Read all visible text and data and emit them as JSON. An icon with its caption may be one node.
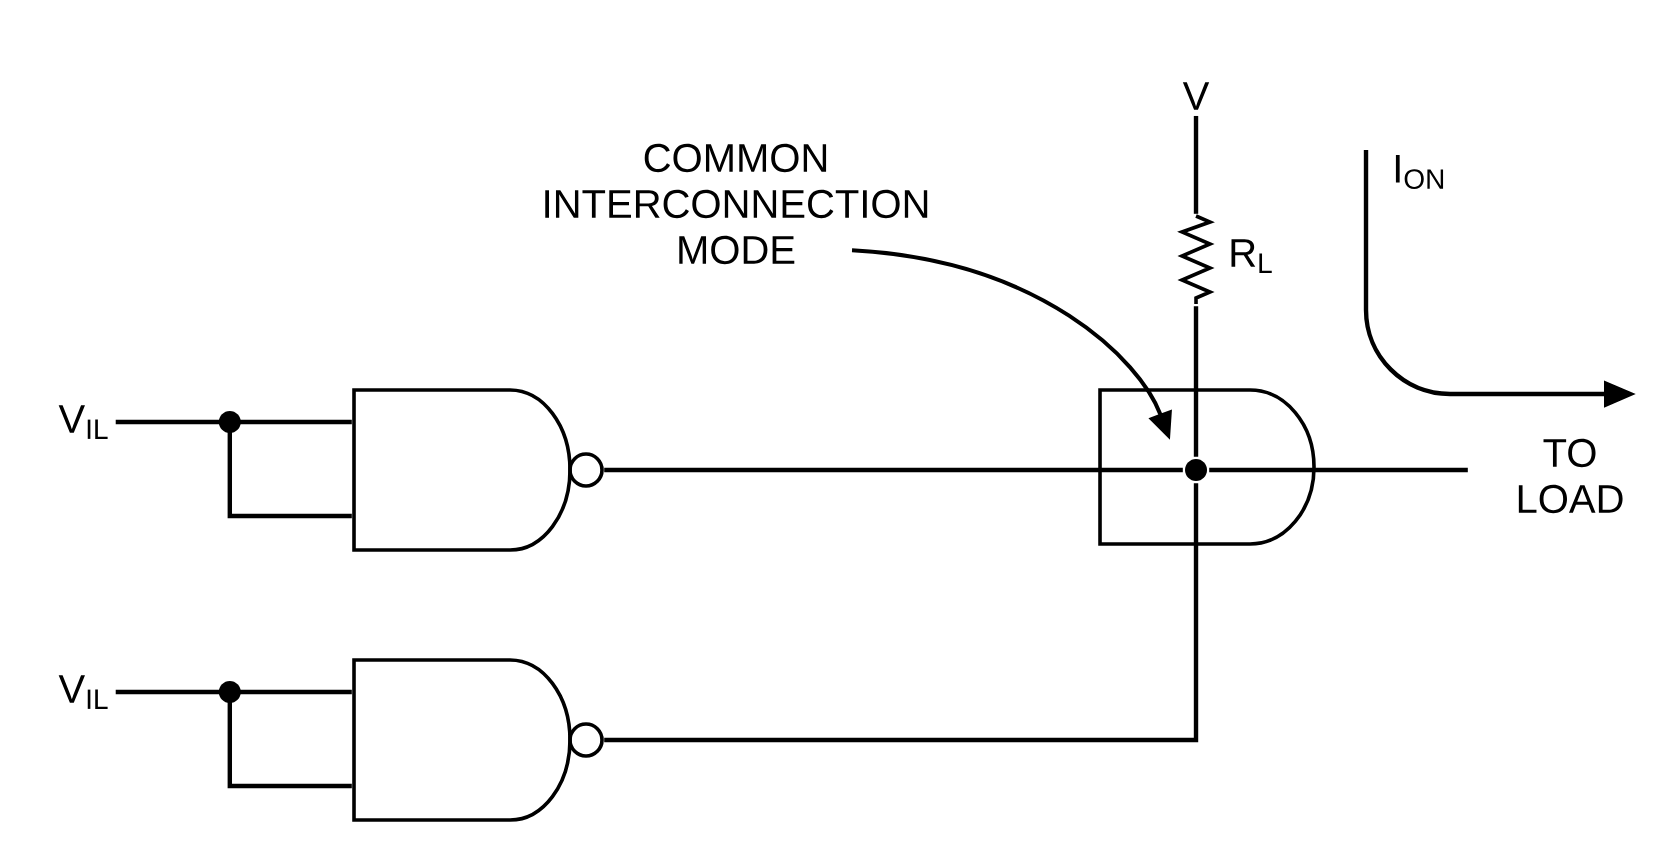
{
  "diagram": {
    "nodes": [
      {
        "text": [
          "V$_{IL}$"
        ]
      },
      {
        "text": [],
        "shape": "gate"
      },
      {
        "text": [
          "V$_{IL}$"
        ]
      },
      {
        "text": [],
        "shape": "gate"
      },
      {
        "text": [],
        "shape": "gate"
      },
      {
        "text": [],
        "shape": "circle",
        "in": 4
      },
      {
        "text": [
          "V"
        ]
      },
      {
        "text": [
          "R$_{L}$"
        ]
      },
      {
        "text": [
          "COMMON INTERCONNECTION MODE"
        ]
      },
      {
        "text": [
          "TO LOAD"
        ]
      }
    ],
    "edges": [
      {
        "from": 0,
        "to": 1,
        "arrow": "none"
      },
      {
        "from": 1,
        "to": 5,
        "arrow": "none"
      },
      {
        "from": 2,
        "to": 3,
        "arrow": "none"
      },
      {
        "from": 3,
        "to": 5,
        "arrow": "none"
      },
      {
        "from": 6,
        "to": 7,
        "arrow": "none"
      },
      {
        "from": 7,
        "to": 5,
        "arrow": "none"
      },
      {
        "from": 5,
        "to": 9,
        "arrow": "none"
      },
      {
        "from": 8,
        "to": 5,
        "arrow": "to"
      }
    ],
    "labels": [
      "I$_{ON}$"
    ]
  }
}
